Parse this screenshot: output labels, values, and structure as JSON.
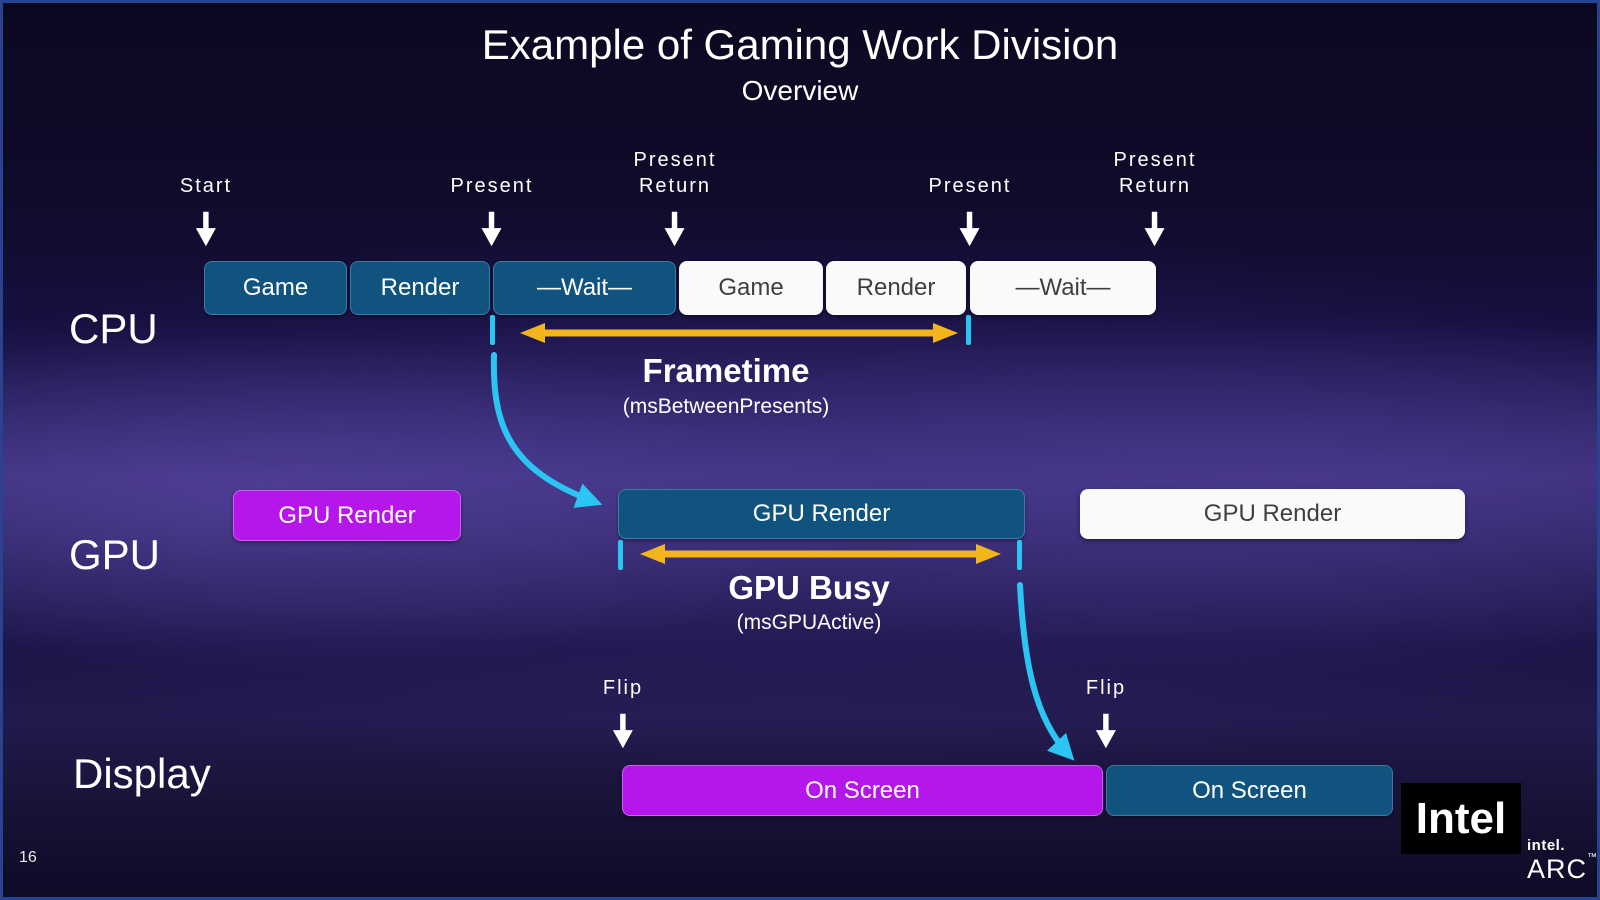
{
  "slide": {
    "title": "Example of Gaming Work Division",
    "subtitle": "Overview",
    "page_number": "16"
  },
  "row_labels": {
    "cpu": "CPU",
    "gpu": "GPU",
    "display": "Display"
  },
  "markers": [
    {
      "label": "Start"
    },
    {
      "label": "Present"
    },
    {
      "label": "Present",
      "label2": "Return"
    },
    {
      "label": "Present"
    },
    {
      "label": "Present",
      "label2": "Return"
    },
    {
      "label": "Flip"
    },
    {
      "label": "Flip"
    }
  ],
  "cpu_boxes": [
    {
      "label": "Game",
      "style": "blue"
    },
    {
      "label": "Render",
      "style": "blue"
    },
    {
      "label": "—Wait—",
      "style": "blue"
    },
    {
      "label": "Game",
      "style": "white"
    },
    {
      "label": "Render",
      "style": "white"
    },
    {
      "label": "—Wait—",
      "style": "white"
    }
  ],
  "gpu_boxes": [
    {
      "label": "GPU Render",
      "style": "magenta"
    },
    {
      "label": "GPU Render",
      "style": "blue"
    },
    {
      "label": "GPU Render",
      "style": "white"
    }
  ],
  "display_boxes": [
    {
      "label": "On Screen",
      "style": "magenta"
    },
    {
      "label": "On Screen",
      "style": "blue"
    }
  ],
  "annotations": {
    "frametime_title": "Frametime",
    "frametime_sub": "(msBetweenPresents)",
    "gpu_busy_title": "GPU Busy",
    "gpu_busy_sub": "(msGPUActive)"
  },
  "branding": {
    "watermark": "Intel",
    "arc_logo_top": "intel.",
    "arc_logo_name": "ARC",
    "arc_logo_tm": "™"
  },
  "colors": {
    "blue_box": "#10537e",
    "magenta_box": "#b517ea",
    "white_box": "#fafafa",
    "arrow_yellow": "#f2b51c",
    "accent_cyan": "#2cc4f2",
    "slide_border": "#274490"
  }
}
